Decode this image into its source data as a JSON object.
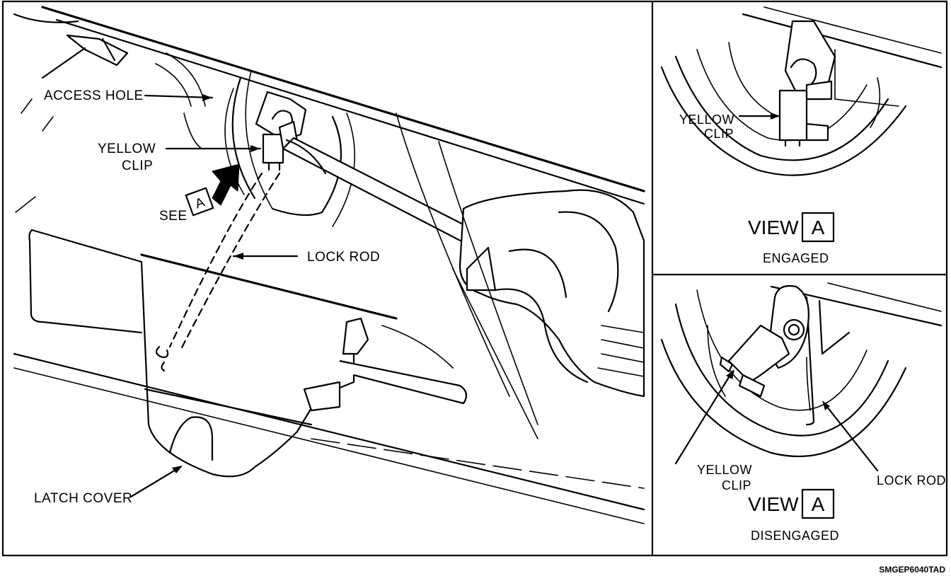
{
  "main_view": {
    "labels": {
      "access_hole": "ACCESS HOLE",
      "yellow_clip_line1": "YELLOW",
      "yellow_clip_line2": "CLIP",
      "see": "SEE",
      "see_ref": "A",
      "lock_rod": "LOCK ROD",
      "latch_cover": "LATCH COVER"
    }
  },
  "view_engaged": {
    "title": "VIEW",
    "ref": "A",
    "state": "ENGAGED",
    "clip_line1": "YELLOW",
    "clip_line2": "CLIP"
  },
  "view_disengaged": {
    "title": "VIEW",
    "ref": "A",
    "state": "DISENGAGED",
    "clip_line1": "YELLOW",
    "clip_line2": "CLIP",
    "lock_rod": "LOCK ROD"
  },
  "figure_code": "SMGEP6040TAD"
}
